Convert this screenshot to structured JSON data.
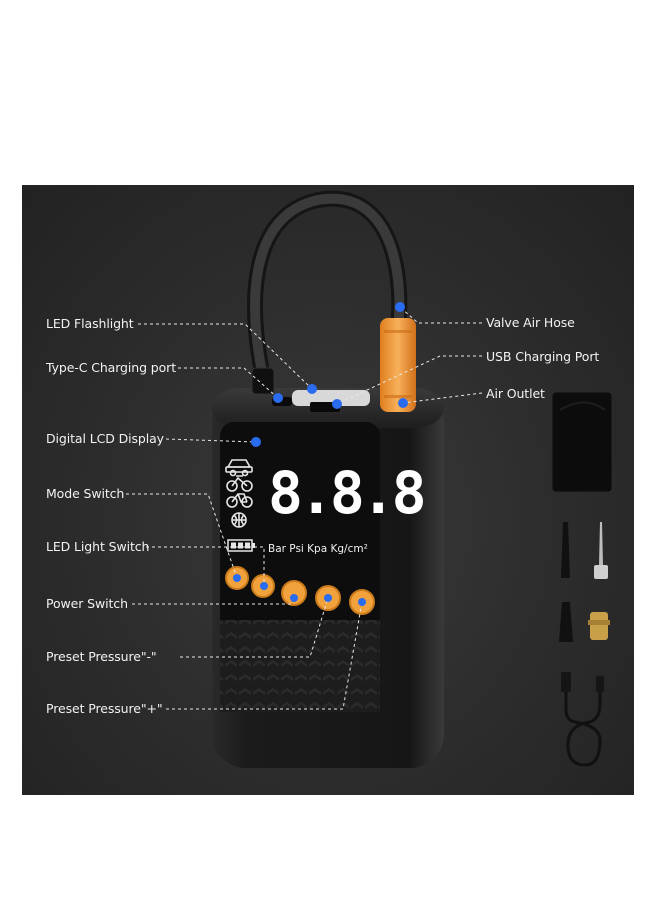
{
  "labels": {
    "led_flashlight": "LED Flashlight",
    "type_c_port": "Type-C Charging port",
    "digital_lcd": "Digital LCD Display",
    "mode_switch": "Mode Switch",
    "led_light_switch": "LED Light Switch",
    "power_switch": "Power Switch",
    "preset_minus": "Preset Pressure\"-\"",
    "preset_plus": "Preset Pressure\"+\"",
    "valve_air_hose": "Valve Air Hose",
    "usb_port": "USB Charging Port",
    "air_outlet": "Air Outlet"
  },
  "display": {
    "digits": "8.8.8",
    "units": "Bar Psi Kpa Kg/cm²"
  },
  "icons": [
    "car-icon",
    "motorcycle-icon",
    "bicycle-icon",
    "ball-icon",
    "battery-icon"
  ],
  "colors": {
    "background": "#2c2c2c",
    "device": "#1c1c1c",
    "accent_orange": "#f2a23c",
    "marker_blue": "#2a6cf0",
    "lcd_text": "#ffffff"
  }
}
